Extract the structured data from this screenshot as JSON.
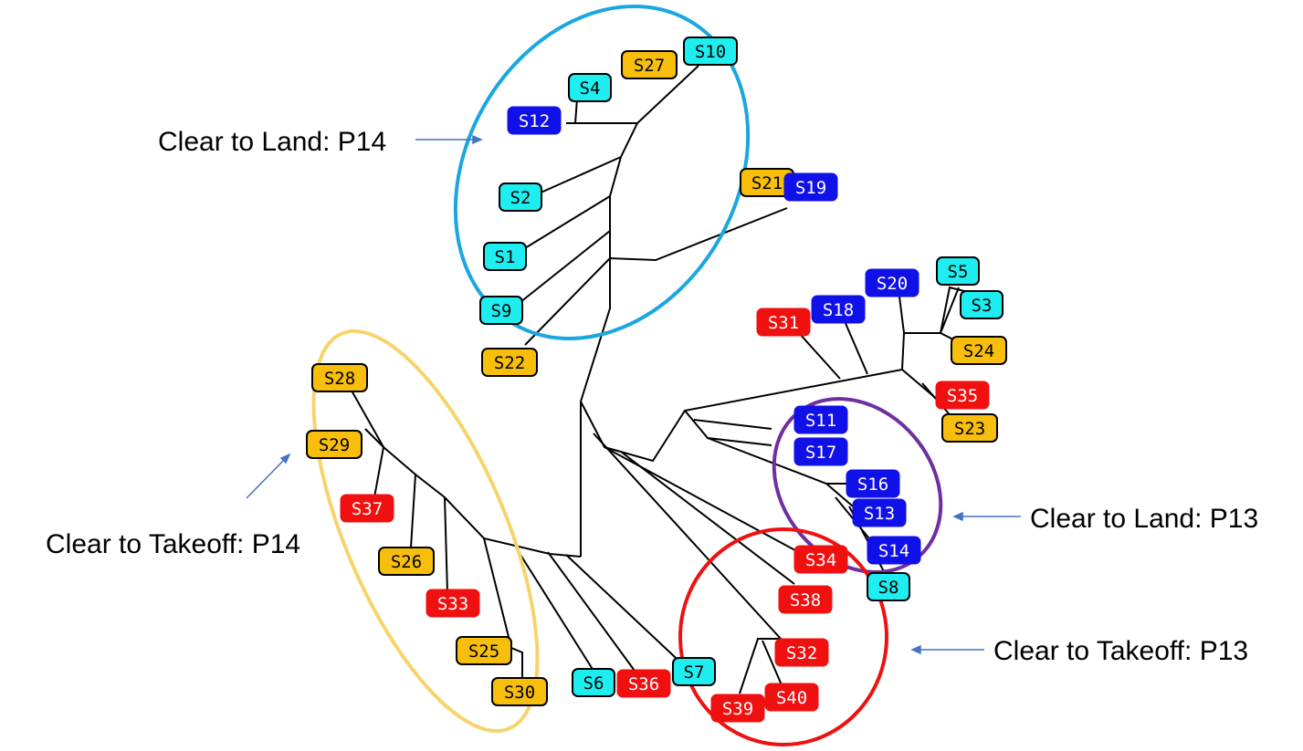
{
  "colors": {
    "cyan": "#1EEEF0",
    "blue": "#1010E8",
    "orange": "#F7BE0C",
    "red": "#F01010",
    "ellipse_land_p14": "#1AA7E0",
    "ellipse_takeoff_p14": "#F7D46A",
    "ellipse_land_p13": "#6F2FA0",
    "ellipse_takeoff_p13": "#EE1111",
    "arrow": "#4472C4"
  },
  "annotations": {
    "land_p14": "Clear to Land: P14",
    "takeoff_p14": "Clear to Takeoff: P14",
    "land_p13": "Clear to Land: P13",
    "takeoff_p13": "Clear to Takeoff: P13"
  },
  "nodes": [
    {
      "id": "S10",
      "label": "S10",
      "color": "cyan"
    },
    {
      "id": "S27",
      "label": "S27",
      "color": "orange"
    },
    {
      "id": "S4",
      "label": "S4",
      "color": "cyan"
    },
    {
      "id": "S12",
      "label": "S12",
      "color": "blue"
    },
    {
      "id": "S2",
      "label": "S2",
      "color": "cyan"
    },
    {
      "id": "S1",
      "label": "S1",
      "color": "cyan"
    },
    {
      "id": "S9",
      "label": "S9",
      "color": "cyan"
    },
    {
      "id": "S22",
      "label": "S22",
      "color": "orange"
    },
    {
      "id": "S21",
      "label": "S21",
      "color": "orange"
    },
    {
      "id": "S19",
      "label": "S19",
      "color": "blue"
    },
    {
      "id": "S20",
      "label": "S20",
      "color": "blue"
    },
    {
      "id": "S5",
      "label": "S5",
      "color": "cyan"
    },
    {
      "id": "S3",
      "label": "S3",
      "color": "cyan"
    },
    {
      "id": "S18",
      "label": "S18",
      "color": "blue"
    },
    {
      "id": "S31",
      "label": "S31",
      "color": "red"
    },
    {
      "id": "S24",
      "label": "S24",
      "color": "orange"
    },
    {
      "id": "S35",
      "label": "S35",
      "color": "red"
    },
    {
      "id": "S23",
      "label": "S23",
      "color": "orange"
    },
    {
      "id": "S11",
      "label": "S11",
      "color": "blue"
    },
    {
      "id": "S17",
      "label": "S17",
      "color": "blue"
    },
    {
      "id": "S16",
      "label": "S16",
      "color": "blue"
    },
    {
      "id": "S13",
      "label": "S13",
      "color": "blue"
    },
    {
      "id": "S14",
      "label": "S14",
      "color": "blue"
    },
    {
      "id": "S8",
      "label": "S8",
      "color": "cyan"
    },
    {
      "id": "S34",
      "label": "S34",
      "color": "red"
    },
    {
      "id": "S38",
      "label": "S38",
      "color": "red"
    },
    {
      "id": "S32",
      "label": "S32",
      "color": "red"
    },
    {
      "id": "S40",
      "label": "S40",
      "color": "red"
    },
    {
      "id": "S39",
      "label": "S39",
      "color": "red"
    },
    {
      "id": "S28",
      "label": "S28",
      "color": "orange"
    },
    {
      "id": "S29",
      "label": "S29",
      "color": "orange"
    },
    {
      "id": "S37",
      "label": "S37",
      "color": "red"
    },
    {
      "id": "S26",
      "label": "S26",
      "color": "orange"
    },
    {
      "id": "S33",
      "label": "S33",
      "color": "red"
    },
    {
      "id": "S25",
      "label": "S25",
      "color": "orange"
    },
    {
      "id": "S30",
      "label": "S30",
      "color": "orange"
    },
    {
      "id": "S6",
      "label": "S6",
      "color": "cyan"
    },
    {
      "id": "S36",
      "label": "S36",
      "color": "red"
    },
    {
      "id": "S7",
      "label": "S7",
      "color": "cyan"
    }
  ]
}
